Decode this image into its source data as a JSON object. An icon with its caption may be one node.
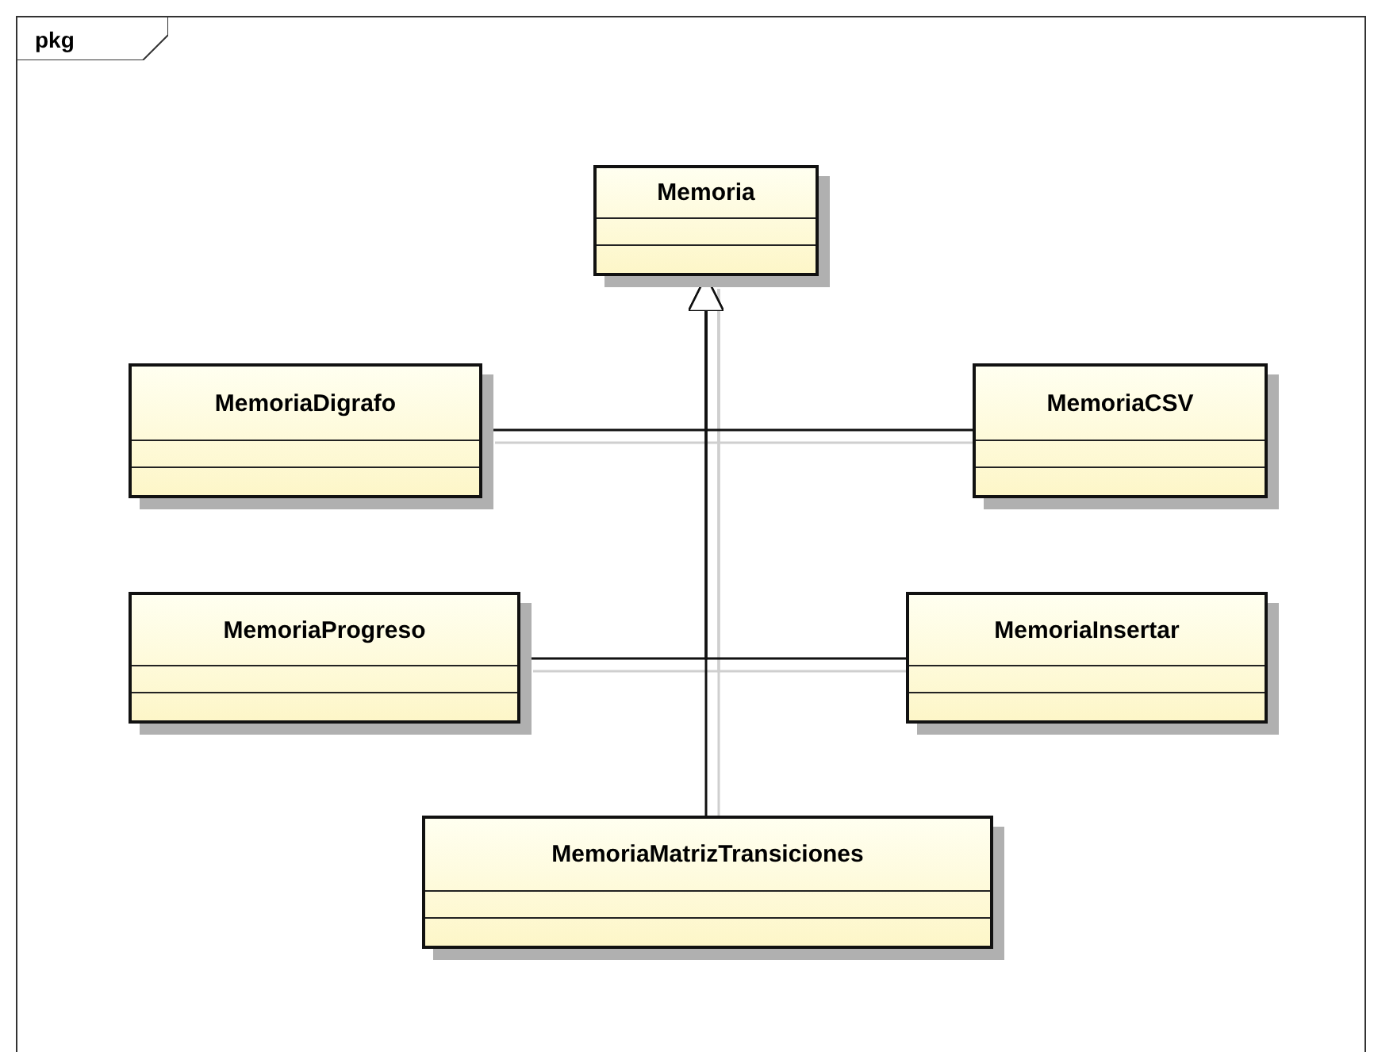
{
  "diagram": {
    "nodes": [
      {
        "text": [
          "pkg"
        ]
      },
      {
        "text": [
          "Memoria"
        ],
        "in": 0
      },
      {
        "text": [
          "MemoriaDigrafo"
        ],
        "in": 0
      },
      {
        "text": [
          "MemoriaCSV"
        ],
        "in": 0
      },
      {
        "text": [
          "MemoriaProgreso"
        ],
        "in": 0
      },
      {
        "text": [
          "MemoriaInsertar"
        ],
        "in": 0
      },
      {
        "text": [
          "MemoriaMatrizTransiciones"
        ],
        "in": 0
      }
    ],
    "edges": [
      {
        "from": 2,
        "to": 1,
        "arrow": "to"
      },
      {
        "from": 3,
        "to": 1,
        "arrow": "to"
      },
      {
        "from": 4,
        "to": 1,
        "arrow": "to"
      },
      {
        "from": 5,
        "to": 1,
        "arrow": "to"
      },
      {
        "from": 6,
        "to": 1,
        "arrow": "to"
      }
    ]
  }
}
